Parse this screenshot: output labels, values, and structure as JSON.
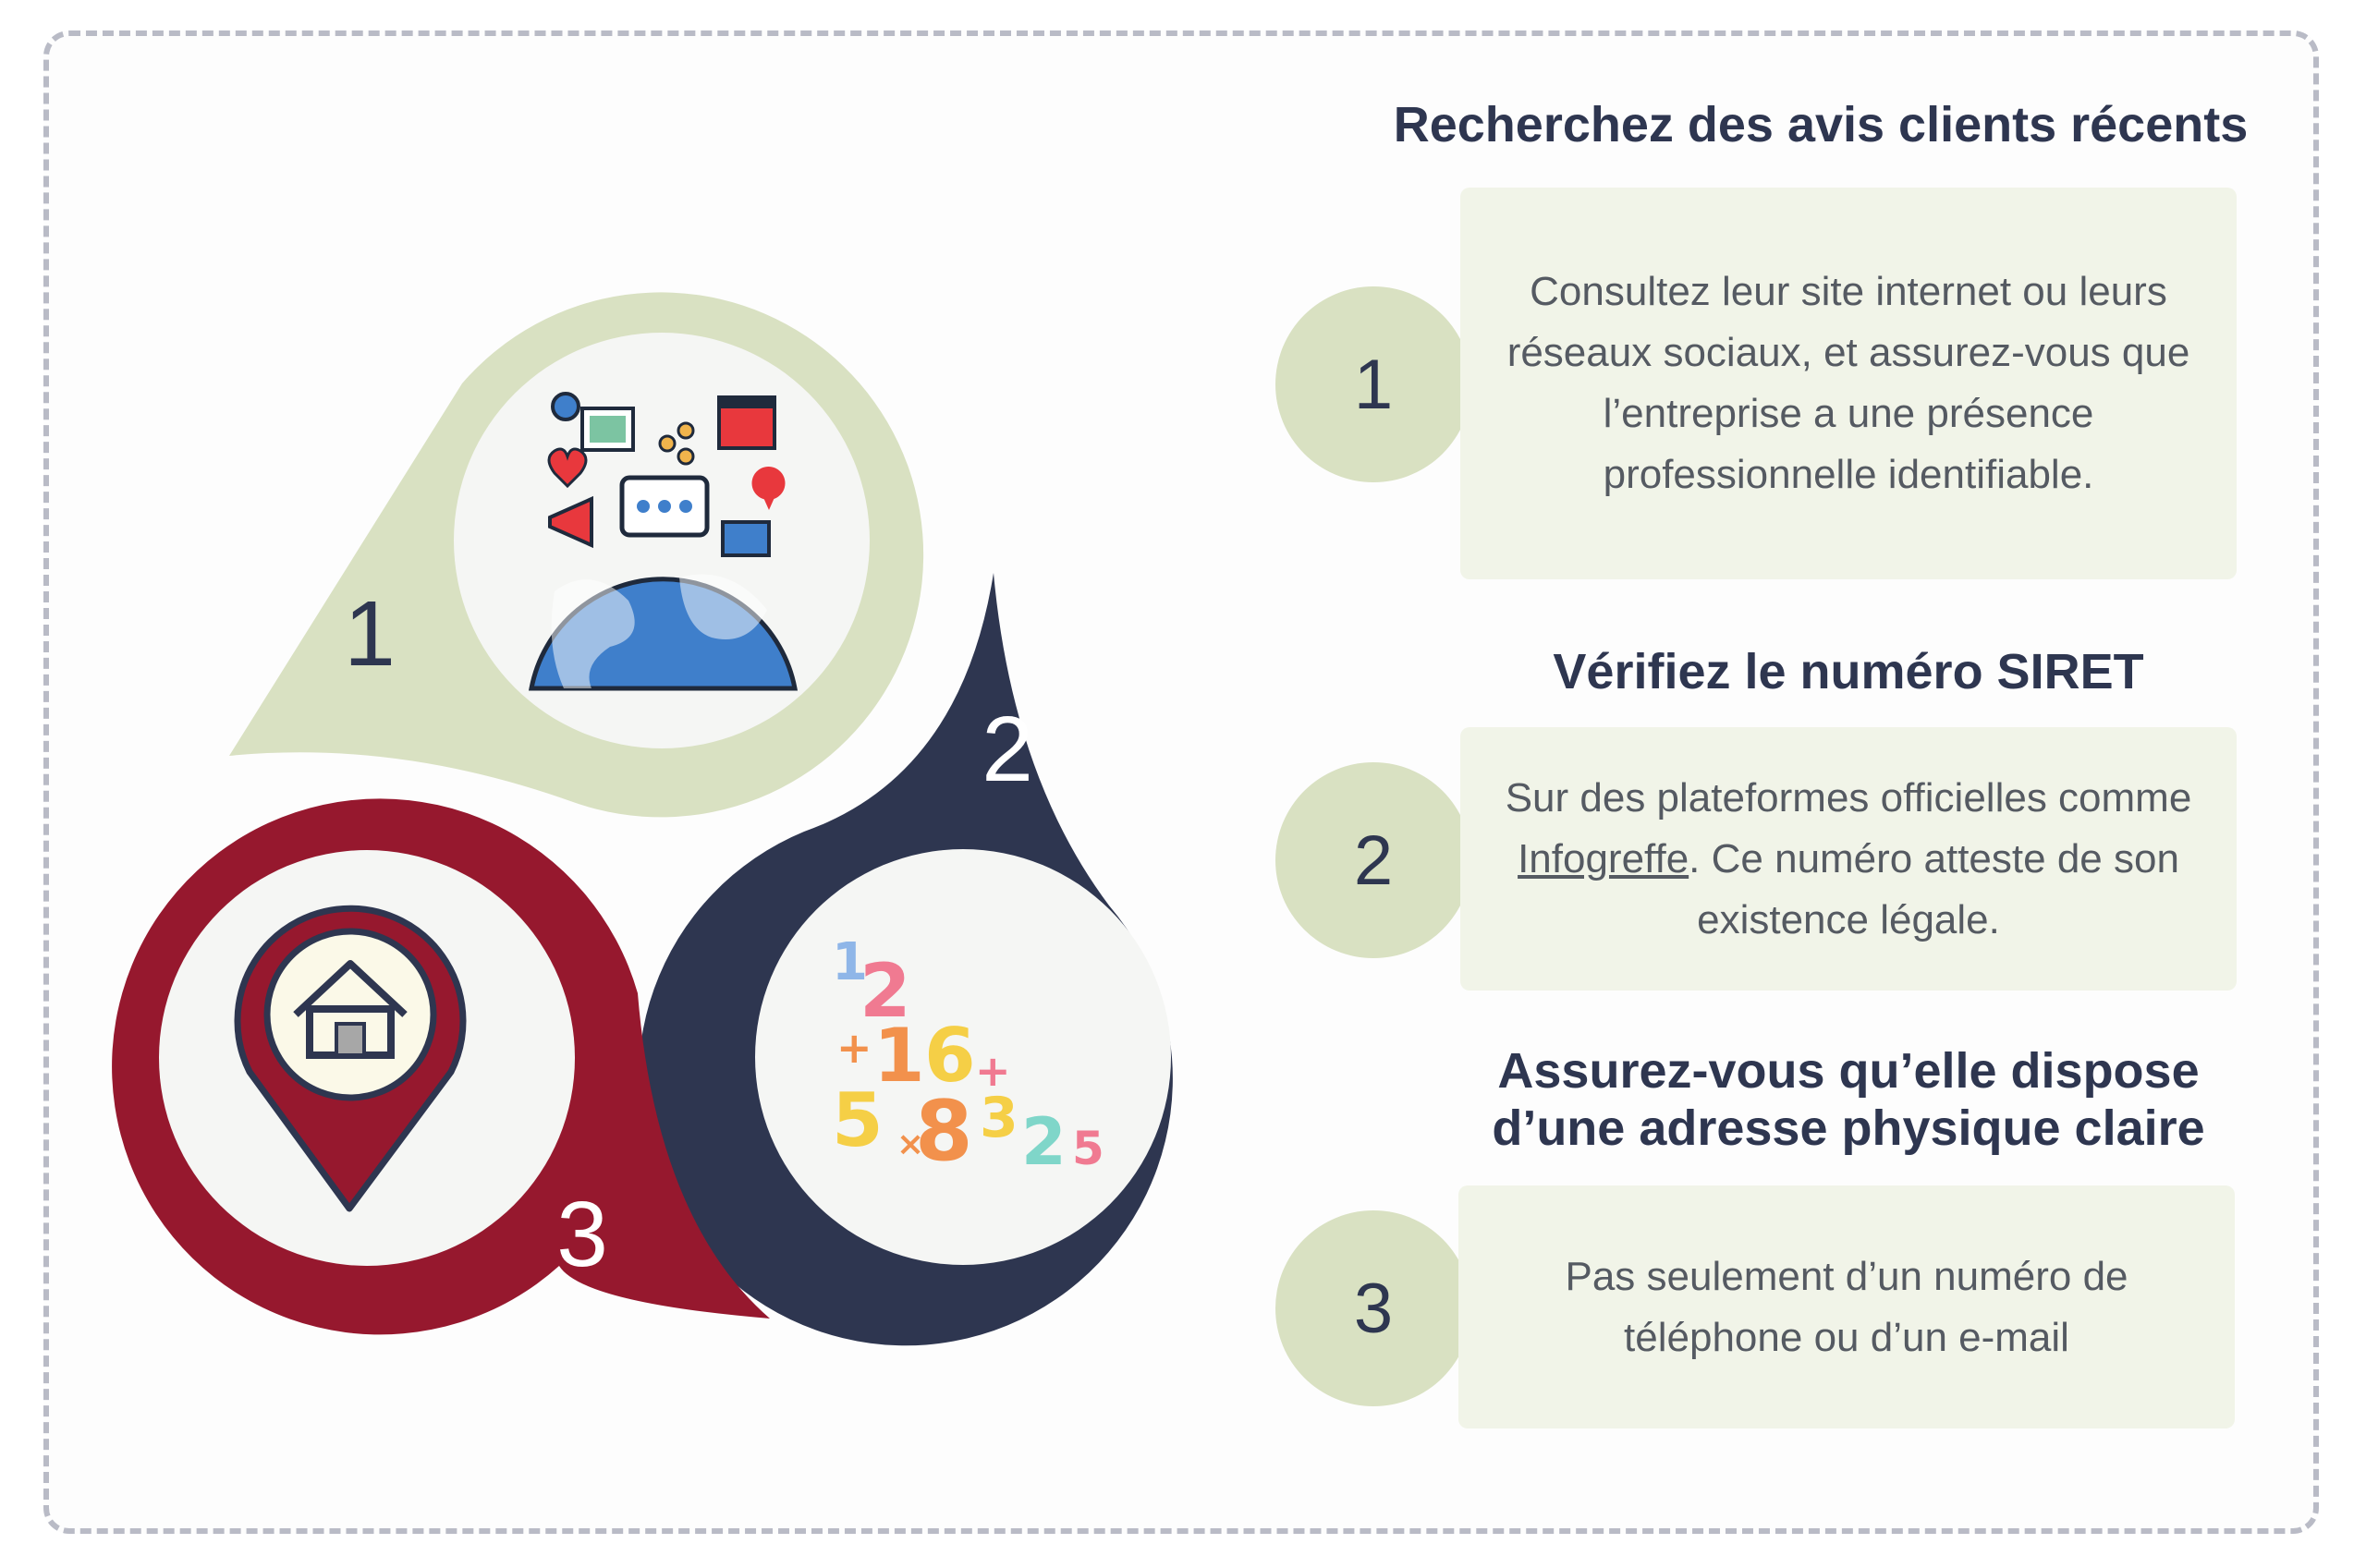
{
  "diagram": {
    "step1_number": "1",
    "step2_number": "2",
    "step3_number": "3",
    "step1_color": "#d9e1c2",
    "step2_color": "#2e3650",
    "step3_color": "#96182e",
    "step1_icon": "globe-social-media-icon",
    "step2_icon": "numbers-icon",
    "step3_icon": "home-location-pin-icon"
  },
  "steps": [
    {
      "number": "1",
      "title": "Recherchez des avis clients récents",
      "text": "Consultez leur site internet ou leurs réseaux sociaux, et assurez-vous que l’entreprise a une présence professionnelle identifiable."
    },
    {
      "number": "2",
      "title": "Vérifiez le numéro SIRET",
      "text_before": "Sur des plateformes officielles comme ",
      "link": "Infogreffe",
      "text_after": ". Ce numéro atteste de son existence légale."
    },
    {
      "number": "3",
      "title_line1": "Assurez-vous qu’elle dispose",
      "title_line2": "d’une adresse physique claire",
      "text": "Pas seulement d’un numéro de téléphone ou d’un e-mail"
    }
  ]
}
